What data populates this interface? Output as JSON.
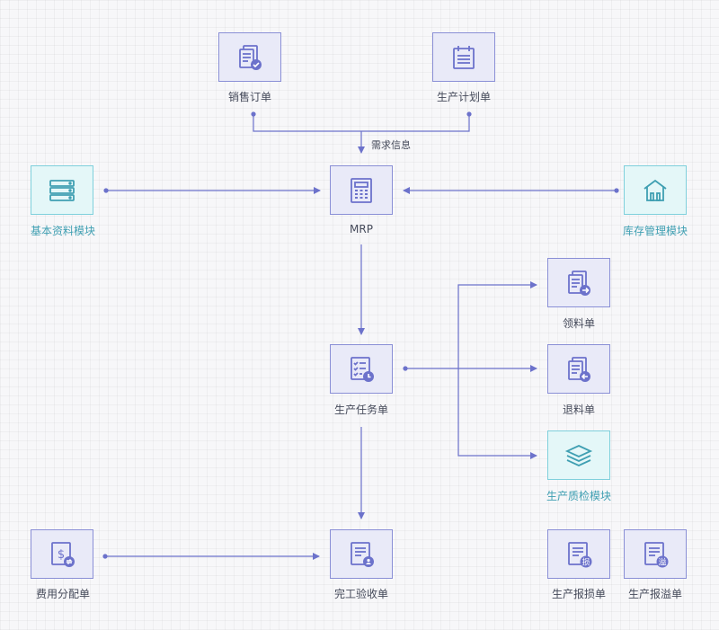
{
  "nodes": {
    "sales_order": {
      "label": "销售订单",
      "icon": "document-check-icon"
    },
    "production_plan": {
      "label": "生产计划单",
      "icon": "calendar-list-icon"
    },
    "basic_data": {
      "label": "基本资料模块",
      "icon": "server-stack-icon"
    },
    "mrp": {
      "label": "MRP",
      "icon": "calculator-icon"
    },
    "inventory": {
      "label": "库存管理模块",
      "icon": "warehouse-icon"
    },
    "material_requisition": {
      "label": "领料单",
      "icon": "document-arrow-right-icon"
    },
    "material_return": {
      "label": "退料单",
      "icon": "document-arrow-left-icon"
    },
    "production_task": {
      "label": "生产任务单",
      "icon": "checklist-clock-icon"
    },
    "quality_check": {
      "label": "生产质检模块",
      "icon": "layers-icon"
    },
    "cost_allocation": {
      "label": "费用分配单",
      "icon": "dollar-document-icon"
    },
    "completion_check": {
      "label": "完工验收单",
      "icon": "document-user-icon"
    },
    "production_loss": {
      "label": "生产报损单",
      "icon": "document-badge-icon",
      "badge": "损"
    },
    "production_overflow": {
      "label": "生产报溢单",
      "icon": "document-badge-icon",
      "badge": "溢"
    }
  },
  "edges": {
    "demand_info": "需求信息"
  },
  "colors": {
    "primary": "#6c72cb",
    "primary_border": "#8a8fd6",
    "primary_fill": "#e9eaf8",
    "cyan": "#3f9fb2",
    "cyan_border": "#7fd0dc",
    "cyan_fill": "#e4f7f8",
    "text": "#454a5a"
  }
}
